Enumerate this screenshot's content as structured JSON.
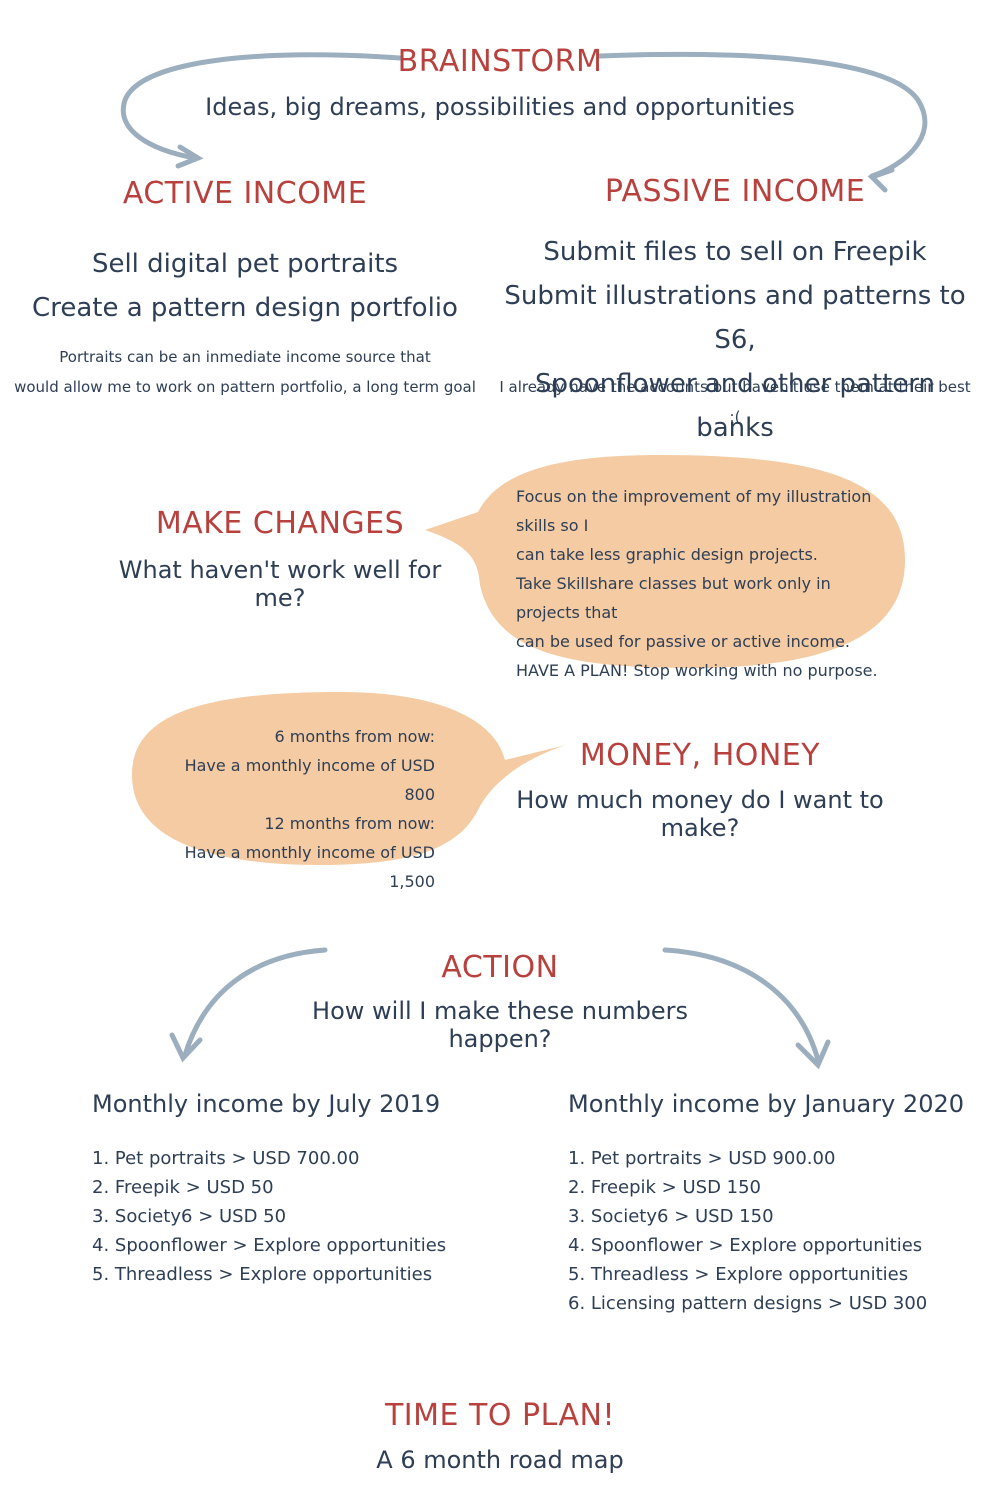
{
  "colors": {
    "heading_red": "#b8413e",
    "navy": "#2e3e55",
    "bubble": "#f4cba2",
    "arrow": "#8ba1b3"
  },
  "brainstorm": {
    "title": "BRAINSTORM",
    "subtitle": "Ideas, big dreams, possibilities and opportunities"
  },
  "active_income": {
    "title": "ACTIVE INCOME",
    "items": [
      "Sell digital pet portraits",
      "Create a pattern design portfolio"
    ],
    "note": [
      "Portraits can be an inmediate income source that",
      "would allow me to work on pattern portfolio, a long term goal"
    ]
  },
  "passive_income": {
    "title": "PASSIVE INCOME",
    "items": [
      "Submit files to sell on Freepik",
      "Submit illustrations and patterns to S6,",
      "Spoonflower and other pattern banks"
    ],
    "note": "I already have the accounts but haven't use them at their best :("
  },
  "make_changes": {
    "title": "MAKE CHANGES",
    "subtitle": "What haven't work well for me?",
    "bubble": [
      "Focus on the improvement of my illustration skills so I",
      "can take less graphic design projects.",
      "Take Skillshare classes but work only in projects that",
      "can be used for passive or active income.",
      "HAVE A PLAN! Stop working with no purpose."
    ]
  },
  "money": {
    "title": "MONEY, HONEY",
    "subtitle": "How much money do I want to make?",
    "bubble": [
      "6 months from now:",
      "Have a monthly income of USD 800",
      "12 months from now:",
      "Have a monthly income of USD 1,500"
    ]
  },
  "action": {
    "title": "ACTION",
    "subtitle": "How will I make these numbers happen?"
  },
  "july": {
    "title": "Monthly income by July 2019",
    "items": [
      "1. Pet portraits > USD 700.00",
      "2. Freepik > USD 50",
      "3. Society6 > USD 50",
      "4. Spoonflower > Explore opportunities",
      "5. Threadless > Explore opportunities"
    ]
  },
  "january": {
    "title": "Monthly income by January 2020",
    "items": [
      "1. Pet portraits > USD 900.00",
      "2. Freepik > USD 150",
      "3. Society6 > USD 150",
      "4. Spoonflower > Explore opportunities",
      "5. Threadless > Explore opportunities",
      "6. Licensing pattern designs > USD 300"
    ]
  },
  "plan": {
    "title": "TIME TO PLAN!",
    "subtitle": "A 6 month road map"
  },
  "icons": [
    "curved-arrow-left-icon",
    "curved-arrow-right-icon",
    "speech-bubble-right",
    "speech-bubble-left"
  ]
}
